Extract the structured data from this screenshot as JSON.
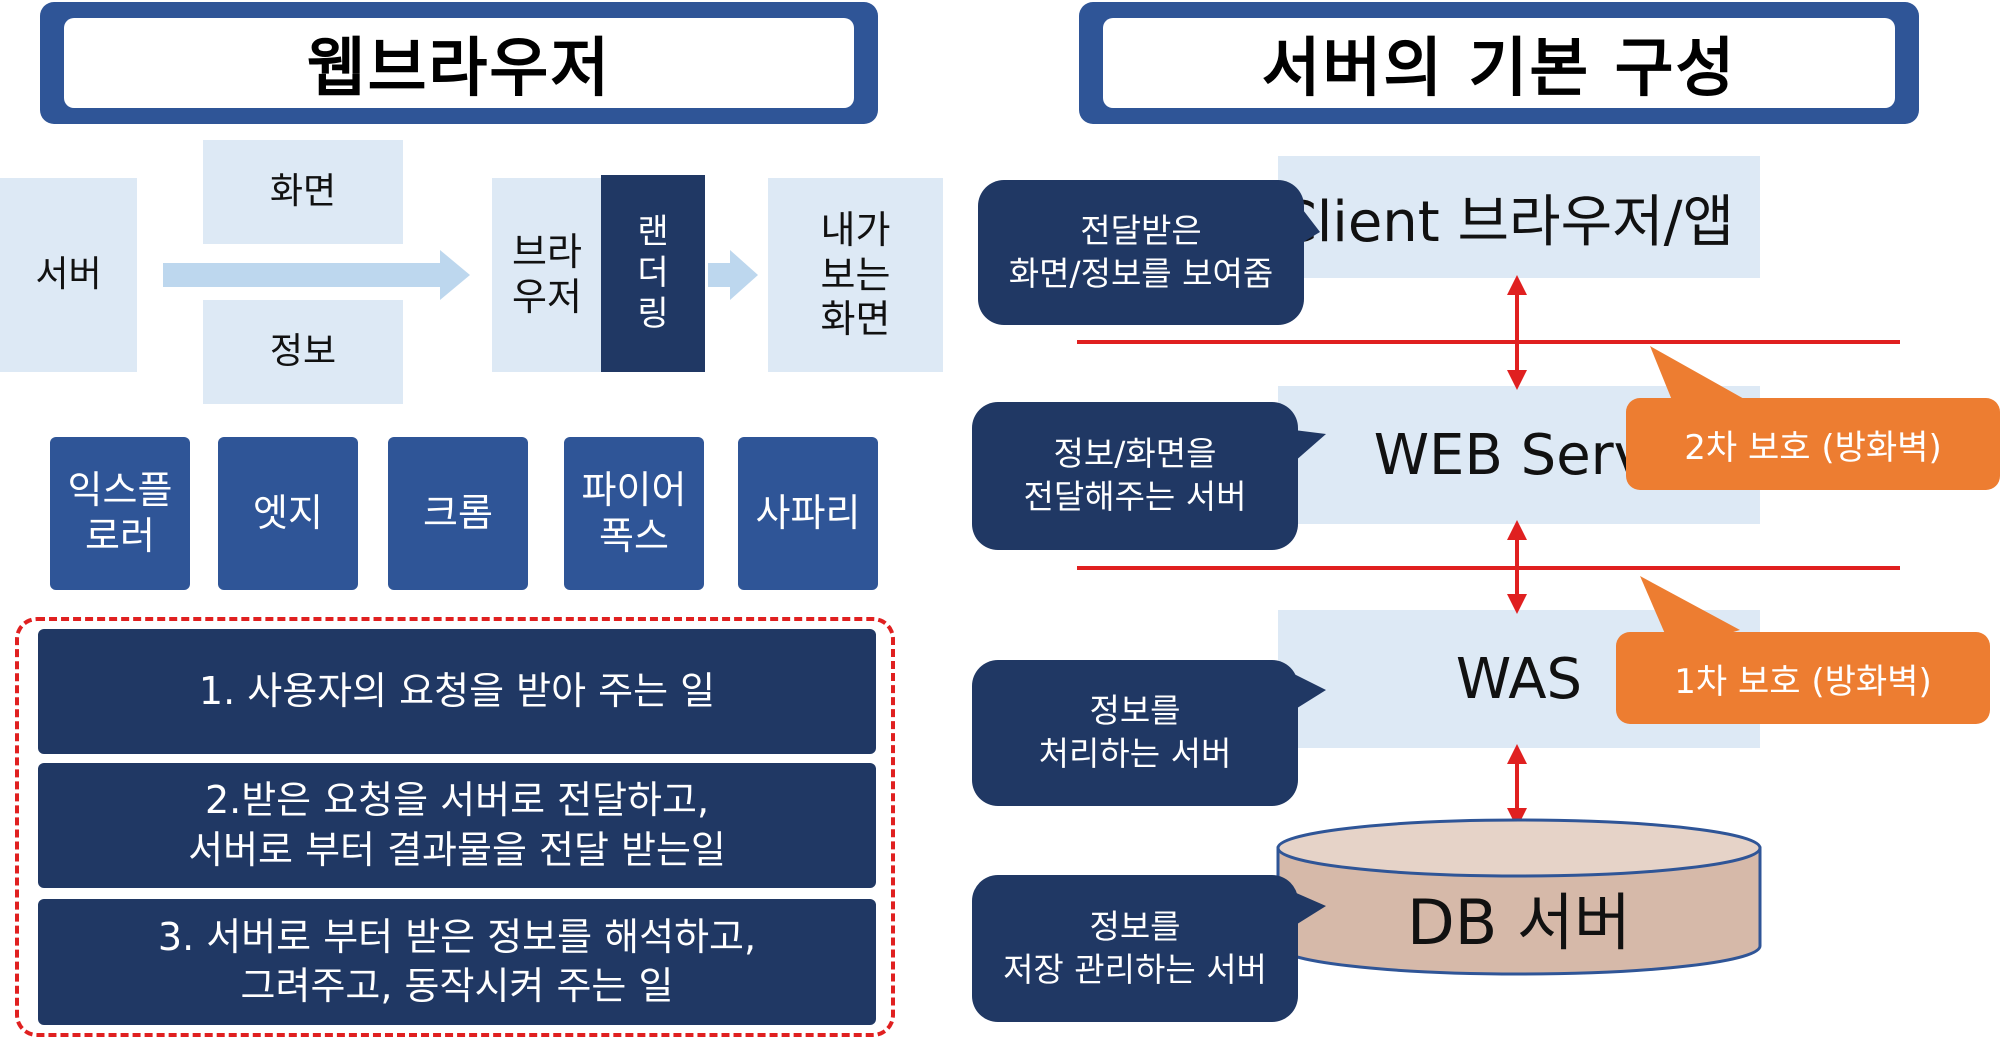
{
  "left_title": "웹브라우저",
  "right_title": "서버의 기본 구성",
  "flow": {
    "server": "서버",
    "screen": "화면",
    "info": "정보",
    "browser": "브라\n우저",
    "rendering": "랜\n더\n링",
    "my_screen": "내가\n보는\n화면"
  },
  "browsers": [
    "익스플\n로러",
    "엣지",
    "크롬",
    "파이어\n폭스",
    "사파리"
  ],
  "roles": [
    "1. 사용자의 요청을 받아 주는 일",
    "2.받은 요청을 서버로 전달하고,\n서버로 부터 결과물을 전달 받는일",
    "3. 서버로 부터 받은 정보를 해석하고,\n그려주고, 동작시켜 주는 일"
  ],
  "servers": {
    "client": "Client 브라우저/앱",
    "web": "WEB Server",
    "was": "WAS",
    "db": "DB 서버"
  },
  "callouts": {
    "client": "전달받은\n화면/정보를 보여줌",
    "web": "정보/화면을\n전달해주는 서버",
    "was": "정보를\n처리하는 서버",
    "db": "정보를\n저장 관리하는 서버"
  },
  "firewalls": {
    "second": "2차 보호 (방화벽)",
    "first": "1차 보호 (방화벽)"
  },
  "colors": {
    "dark_navy": "#203864",
    "mid_blue": "#2f5597",
    "light_blue": "#dde9f5",
    "arrow_blue": "#bdd7ee",
    "red": "#e02020",
    "orange": "#ed7d31",
    "db_tan": "#d6b9a9"
  }
}
